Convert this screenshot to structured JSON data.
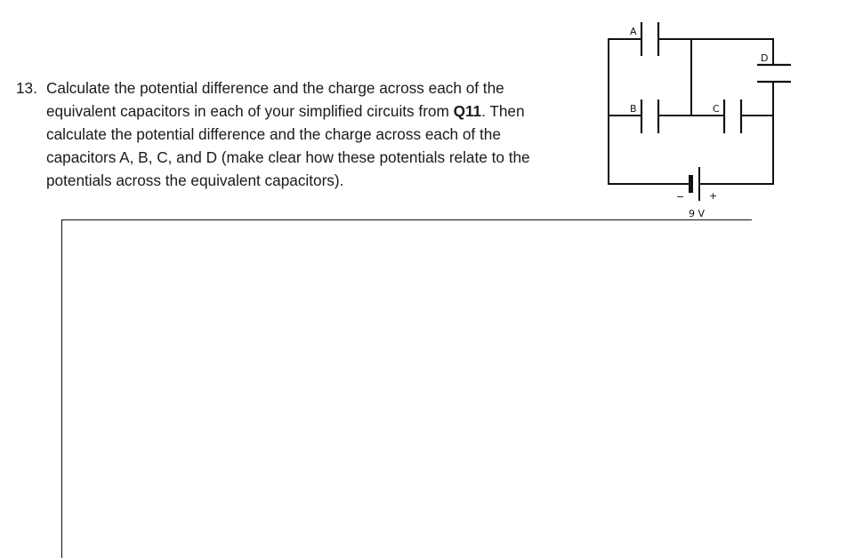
{
  "question": {
    "number": "13.",
    "lines": [
      {
        "pre": "Calculate the potential difference and the charge across each of the",
        "bold": "",
        "post": ""
      },
      {
        "pre": "equivalent capacitors in each of your simplified circuits from ",
        "bold": "Q11",
        "post": ". Then"
      },
      {
        "pre": "calculate the potential difference and the charge across each of the",
        "bold": "",
        "post": ""
      },
      {
        "pre": "capacitors A, B, C, and D (make clear how these potentials relate to the",
        "bold": "",
        "post": ""
      },
      {
        "pre": "potentials across the equivalent capacitors).",
        "bold": "",
        "post": ""
      }
    ]
  },
  "circuit": {
    "capacitor_labels": {
      "a": "A",
      "b": "B",
      "c": "C",
      "d": "D"
    },
    "battery": {
      "voltage": "9 V",
      "negative": "−",
      "positive": "+"
    }
  },
  "answer_box": {
    "content": ""
  }
}
